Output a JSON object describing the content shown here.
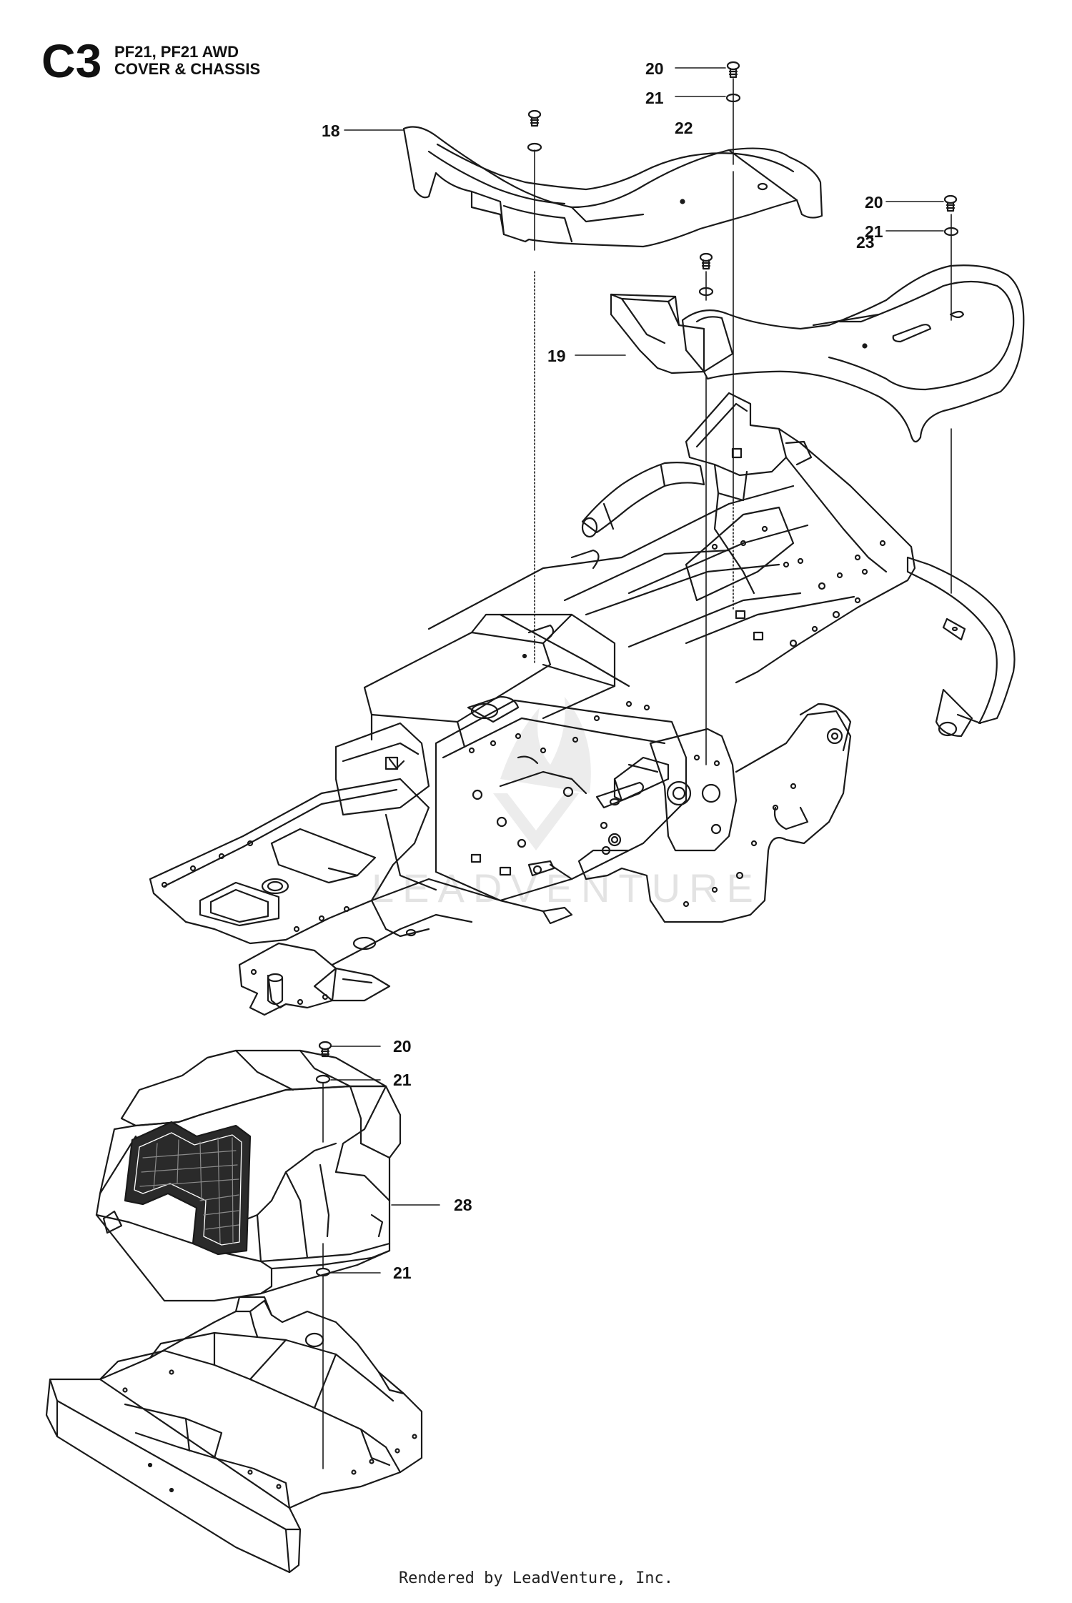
{
  "header": {
    "code": "C3",
    "model": "PF21, PF21 AWD",
    "section": "COVER & CHASSIS"
  },
  "watermark": "LEADVENTURE",
  "footer": "Rendered by LeadVenture, Inc.",
  "callouts": {
    "c18": "18",
    "c19": "19",
    "c20a": "20",
    "c20b": "20",
    "c20c": "20",
    "c21a": "21",
    "c21b": "21",
    "c21c": "21",
    "c21d": "21",
    "c22": "22",
    "c23": "23",
    "c28": "28"
  },
  "colors": {
    "line": "#1a1a1a",
    "grille": "#2a2a2a",
    "watermark": "#e3e3e3"
  }
}
